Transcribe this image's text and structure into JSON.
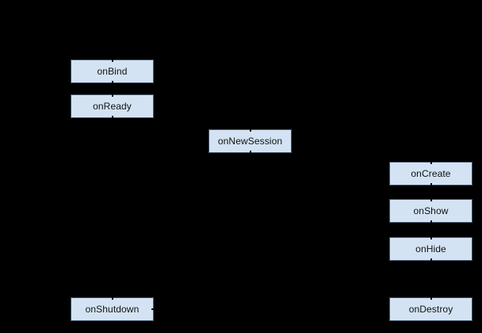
{
  "diagram": {
    "type": "lifecycle-flowchart",
    "background_color": "#000000",
    "node_fill_color": "#d3e3f3",
    "node_border_color": "#3f5265",
    "node_text_color": "#121212",
    "nodes": [
      {
        "id": "onBind",
        "label": "onBind"
      },
      {
        "id": "onReady",
        "label": "onReady"
      },
      {
        "id": "onNewSession",
        "label": "onNewSession"
      },
      {
        "id": "onCreate",
        "label": "onCreate"
      },
      {
        "id": "onShow",
        "label": "onShow"
      },
      {
        "id": "onHide",
        "label": "onHide"
      },
      {
        "id": "onShutdown",
        "label": "onShutdown"
      },
      {
        "id": "onDestroy",
        "label": "onDestroy"
      }
    ],
    "edges_note": "connector lines are black on black background; only small stubs are visible at box borders"
  }
}
